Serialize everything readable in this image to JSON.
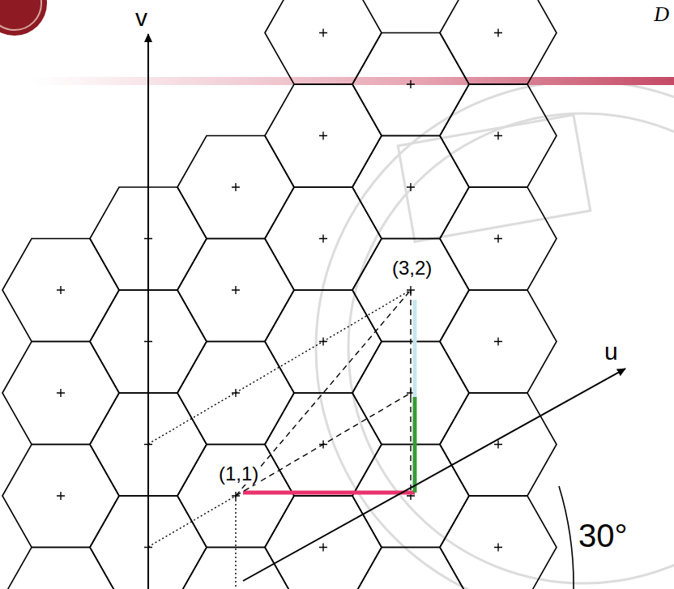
{
  "diagram": {
    "labels": [
      "v",
      "u",
      "(3,2)",
      "(1,1)",
      "30°",
      "D"
    ]
  }
}
